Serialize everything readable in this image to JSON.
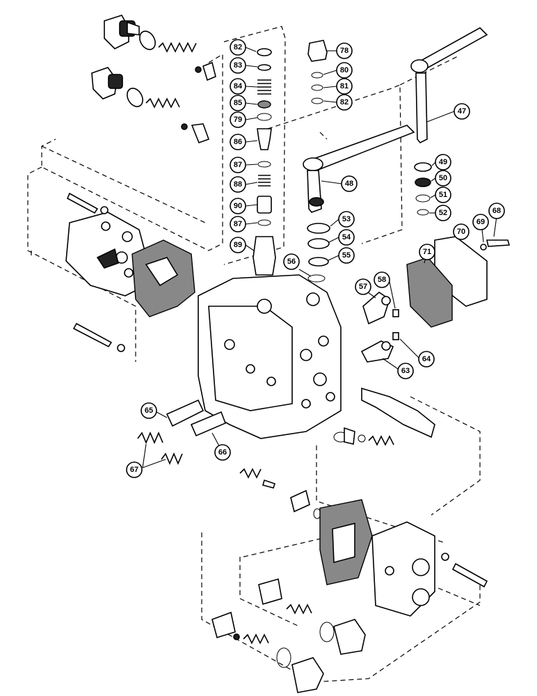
{
  "callouts": [
    {
      "id": "c82a",
      "label": "82"
    },
    {
      "id": "c83",
      "label": "83"
    },
    {
      "id": "c84",
      "label": "84"
    },
    {
      "id": "c85",
      "label": "85"
    },
    {
      "id": "c79",
      "label": "79"
    },
    {
      "id": "c86",
      "label": "86"
    },
    {
      "id": "c87a",
      "label": "87"
    },
    {
      "id": "c88",
      "label": "88"
    },
    {
      "id": "c90",
      "label": "90"
    },
    {
      "id": "c87b",
      "label": "87"
    },
    {
      "id": "c89",
      "label": "89"
    },
    {
      "id": "c78",
      "label": "78"
    },
    {
      "id": "c80",
      "label": "80"
    },
    {
      "id": "c81",
      "label": "81"
    },
    {
      "id": "c82b",
      "label": "82"
    },
    {
      "id": "c47",
      "label": "47"
    },
    {
      "id": "c48",
      "label": "48"
    },
    {
      "id": "c49",
      "label": "49"
    },
    {
      "id": "c50",
      "label": "50"
    },
    {
      "id": "c51",
      "label": "51"
    },
    {
      "id": "c52",
      "label": "52"
    },
    {
      "id": "c53",
      "label": "53"
    },
    {
      "id": "c54",
      "label": "54"
    },
    {
      "id": "c55",
      "label": "55"
    },
    {
      "id": "c56",
      "label": "56"
    },
    {
      "id": "c57",
      "label": "57"
    },
    {
      "id": "c58",
      "label": "58"
    },
    {
      "id": "c63",
      "label": "63"
    },
    {
      "id": "c64",
      "label": "64"
    },
    {
      "id": "c65",
      "label": "65"
    },
    {
      "id": "c66",
      "label": "66"
    },
    {
      "id": "c67",
      "label": "67"
    },
    {
      "id": "c68",
      "label": "68"
    },
    {
      "id": "c69",
      "label": "69"
    },
    {
      "id": "c70",
      "label": "70"
    },
    {
      "id": "c71",
      "label": "71"
    }
  ]
}
